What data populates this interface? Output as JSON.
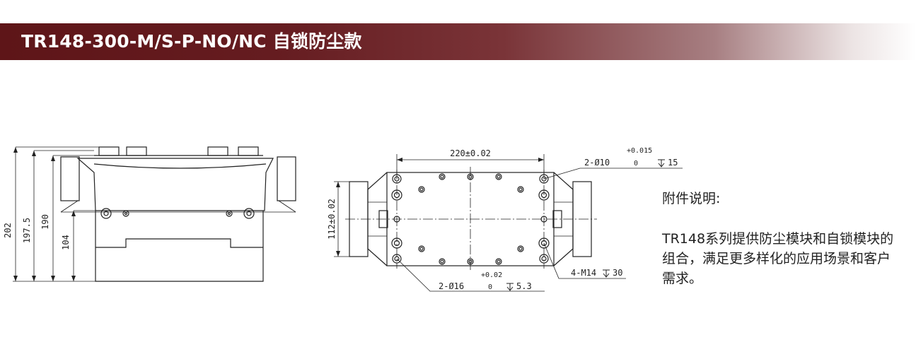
{
  "header": {
    "title": "TR148-300-M/S-P-NO/NC 自锁防尘款",
    "bg_color": "#651c20"
  },
  "side_view": {
    "dimensions": [
      "202",
      "197.5",
      "190",
      "104"
    ]
  },
  "top_view": {
    "width_dim": "220±0.02",
    "height_dim": "112±0.02",
    "hole_callout_top": {
      "prefix": "2-Ø10",
      "tol_upper": "+0.015",
      "tol_lower": "0",
      "depth": "15"
    },
    "hole_callout_bottom": {
      "prefix": "2-Ø16",
      "tol_upper": "+0.02",
      "tol_lower": "0",
      "depth": "5.3"
    },
    "thread_callout": {
      "text": "4-M14",
      "depth": "30"
    }
  },
  "notes": {
    "title": "附件说明:",
    "body": "TR148系列提供防尘模块和自锁模块的组合，满足更多样化的应用场景和客户需求。"
  }
}
